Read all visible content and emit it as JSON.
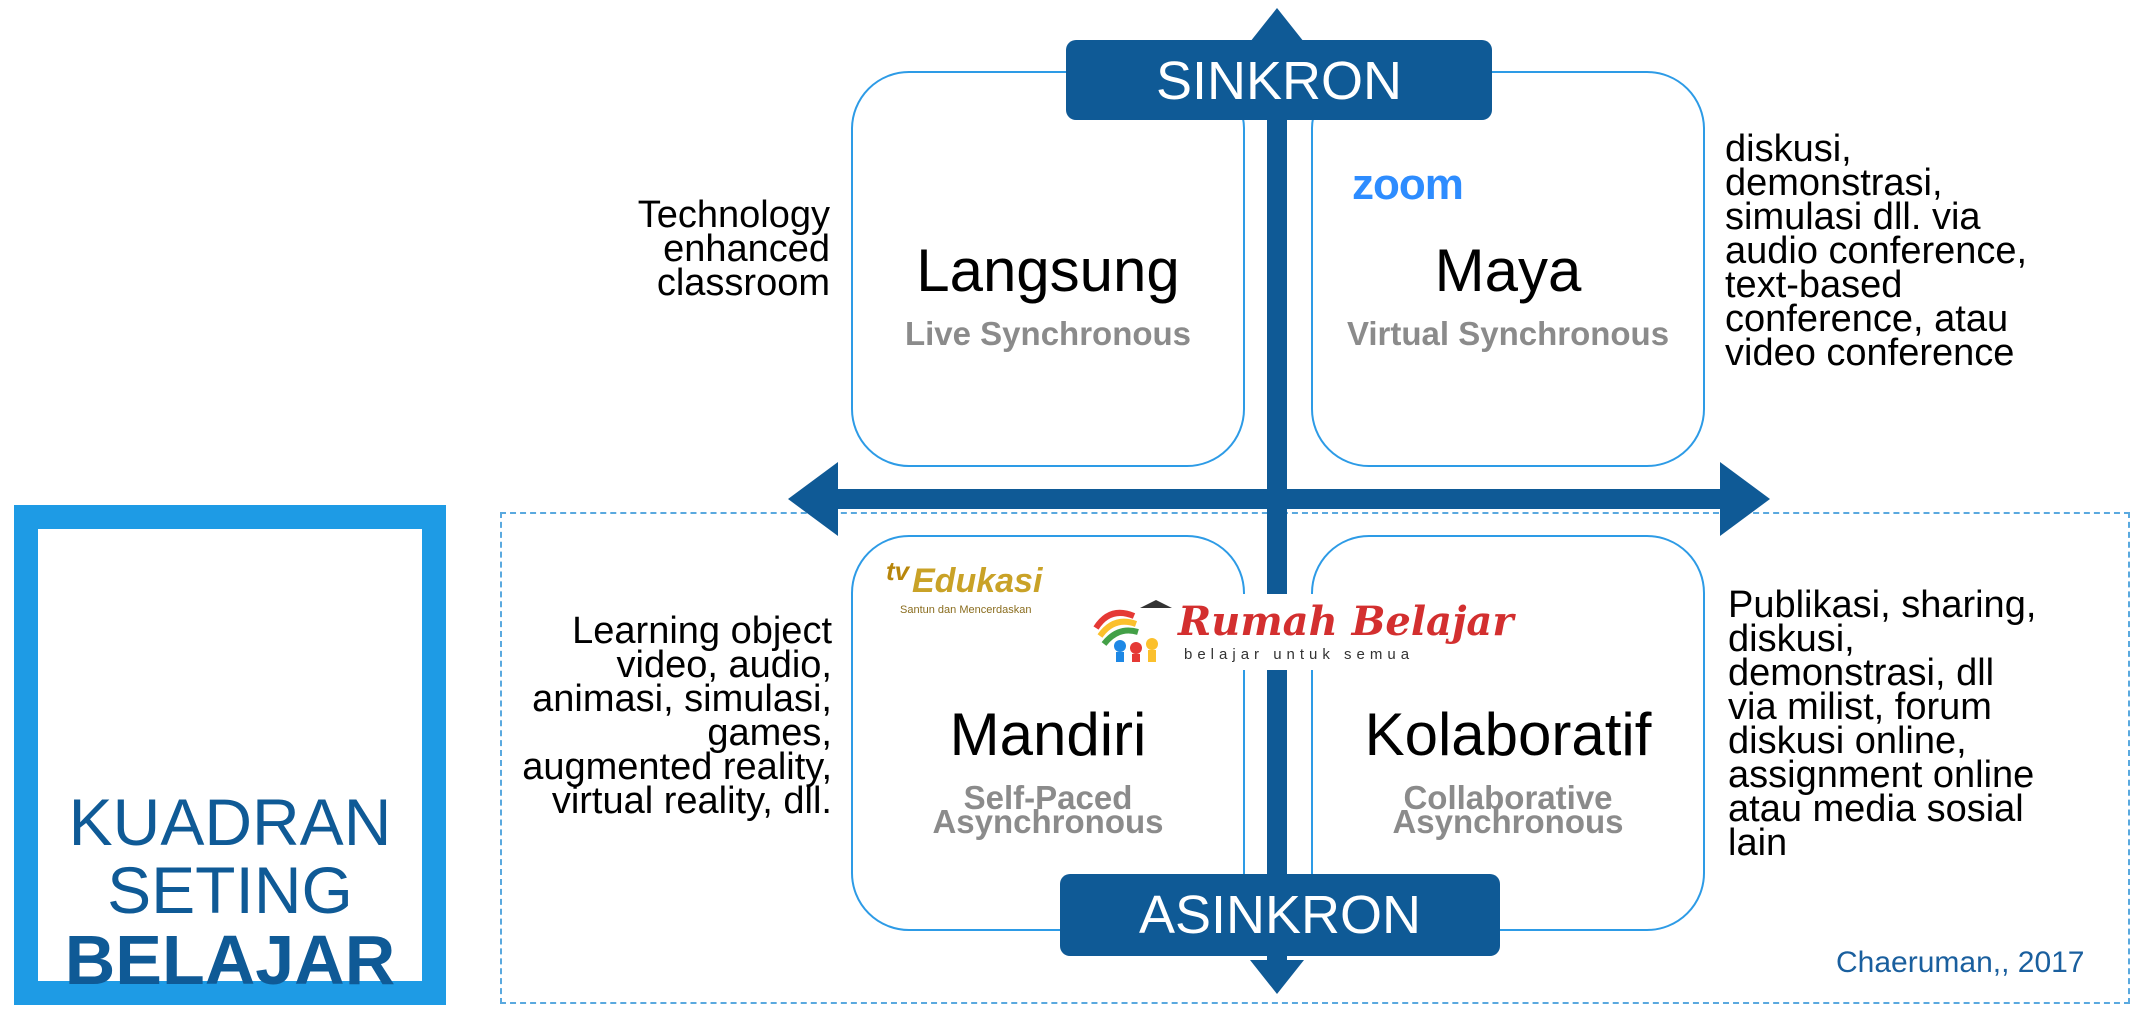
{
  "title": {
    "line1": "KUADRAN",
    "line2": "SETING",
    "line3": "BELAJAR"
  },
  "axes": {
    "top": "SINKRON",
    "bottom": "ASINKRON"
  },
  "quadrants": [
    {
      "title": "Langsung",
      "subtitle": "Live Synchronous"
    },
    {
      "title": "Maya",
      "subtitle": "Virtual Synchronous"
    },
    {
      "title": "Mandiri",
      "subtitle_line1": "Self-Paced",
      "subtitle_line2": "Asynchronous"
    },
    {
      "title": "Kolaboratif",
      "subtitle_line1": "Collaborative",
      "subtitle_line2": "Asynchronous"
    }
  ],
  "notes": {
    "top_left": [
      "Technology",
      "enhanced",
      "classroom"
    ],
    "top_right": [
      "diskusi,",
      "demonstrasi,",
      "simulasi dll. via",
      "audio conference,",
      "text-based",
      "conference, atau",
      "video conference"
    ],
    "bottom_left": [
      "Learning object",
      "video, audio,",
      "animasi, simulasi,",
      "games,",
      "augmented reality,",
      "virtual reality, dll."
    ],
    "bottom_right": [
      "Publikasi, sharing,",
      "diskusi,",
      "demonstrasi, dll",
      "via milist, forum",
      "diskusi online,",
      "assignment online",
      "atau media sosial",
      "lain"
    ]
  },
  "logos": {
    "zoom": "zoom",
    "tv_edukasi": {
      "tv": "tv",
      "name": "Edukasi",
      "tagline": "Santun dan Mencerdaskan"
    },
    "rumah_belajar": {
      "name": "Rumah Belajar",
      "tagline": "belajar untuk semua"
    }
  },
  "credit": "Chaeruman,, 2017",
  "colors": {
    "dark_blue": "#0f5a96",
    "light_blue": "#2d9be6",
    "frame_blue": "#1e9be5"
  }
}
